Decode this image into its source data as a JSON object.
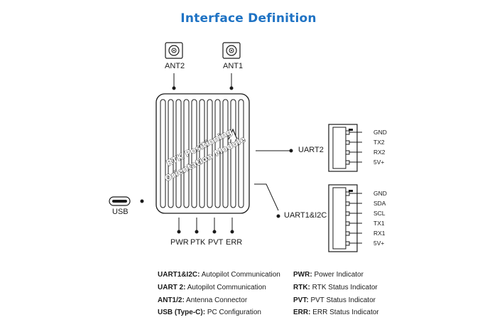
{
  "title": "Interface Definition",
  "module": {
    "line1": "RTK Positioning",
    "line2": "Orientation Module"
  },
  "antennas": [
    {
      "label": "ANT2"
    },
    {
      "label": "ANT1"
    }
  ],
  "usb": {
    "label": "USB"
  },
  "status_leds": [
    "PWR",
    "PTK",
    "PVT",
    "ERR"
  ],
  "ports": {
    "uart2": {
      "label": "UART2",
      "pins": [
        "GND",
        "TX2",
        "RX2",
        "5V+"
      ]
    },
    "uart1_i2c": {
      "label": "UART1&I2C",
      "pins": [
        "GND",
        "SDA",
        "SCL",
        "TX1",
        "RX1",
        "5V+"
      ]
    }
  },
  "legend_left": [
    {
      "key": "UART1&I2C:",
      "value": "Autopilot Communication"
    },
    {
      "key": "UART 2:",
      "value": "Autopilot Communication"
    },
    {
      "key": "ANT1/2:",
      "value": "Antenna Connector"
    },
    {
      "key": "USB (Type-C):",
      "value": "PC Configuration"
    }
  ],
  "legend_right": [
    {
      "key": "PWR:",
      "value": "Power Indicator"
    },
    {
      "key": "RTK:",
      "value": "RTK Status Indicator"
    },
    {
      "key": "PVT:",
      "value": "PVT Status Indicator"
    },
    {
      "key": "ERR:",
      "value": "ERR Status Indicator"
    }
  ],
  "colors": {
    "title": "#1f73c4",
    "line": "#1a1a1a"
  }
}
